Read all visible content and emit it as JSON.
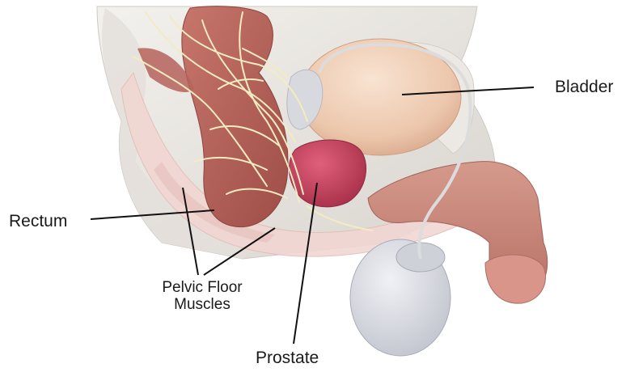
{
  "labels": {
    "bladder": "Bladder",
    "rectum": "Rectum",
    "pelvic_floor_line1": "Pelvic Floor",
    "pelvic_floor_line2": "Muscles",
    "prostate": "Prostate"
  },
  "colors": {
    "background": "#ffffff",
    "bone": "#e9e6e1",
    "rectum": "#b5635a",
    "bladder": "#ecc7ac",
    "prostate": "#c93e5a",
    "penis": "#c9877a",
    "testis": "#d9dbe2",
    "muscle": "#f1d6d2",
    "nerve": "#f3ebc2",
    "leader_line": "#111111"
  }
}
